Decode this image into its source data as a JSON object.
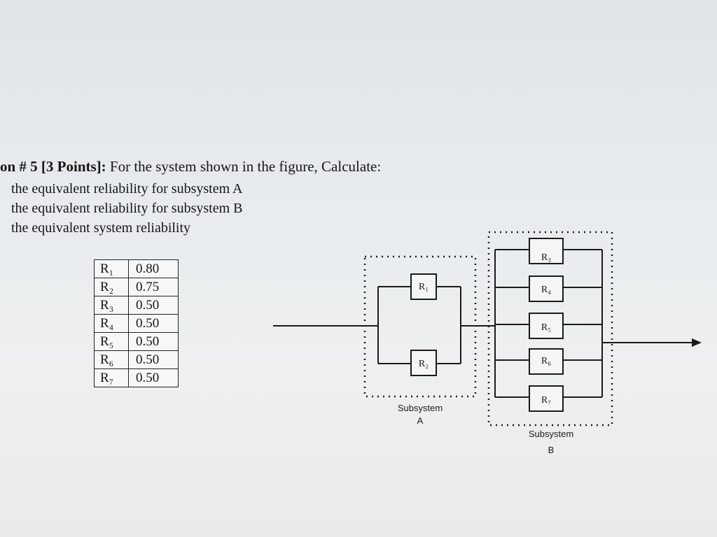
{
  "question": {
    "head_prefix": "on # 5 [3 Points]:",
    "head_text": " For the system shown in the figure, Calculate:",
    "items": [
      "the equivalent reliability for subsystem A",
      "the equivalent reliability for subsystem B",
      "the equivalent system reliability"
    ]
  },
  "table": {
    "rows": [
      {
        "name": "R₁",
        "value": "0.80"
      },
      {
        "name": "R₂",
        "value": "0.75"
      },
      {
        "name": "R₃",
        "value": "0.50"
      },
      {
        "name": "R₄",
        "value": "0.50"
      },
      {
        "name": "R₅",
        "value": "0.50"
      },
      {
        "name": "R₆",
        "value": "0.50"
      },
      {
        "name": "R₇",
        "value": "0.50"
      }
    ]
  },
  "diagram": {
    "subsystem_a": {
      "label_line1": "Subsystem",
      "label_line2": "A",
      "blocks": [
        "R₁",
        "R₂"
      ]
    },
    "subsystem_b": {
      "label_line1": "Subsystem",
      "label_line2": "B",
      "blocks": [
        "R₃",
        "R₄",
        "R₅",
        "R₆",
        "R₇"
      ]
    }
  }
}
